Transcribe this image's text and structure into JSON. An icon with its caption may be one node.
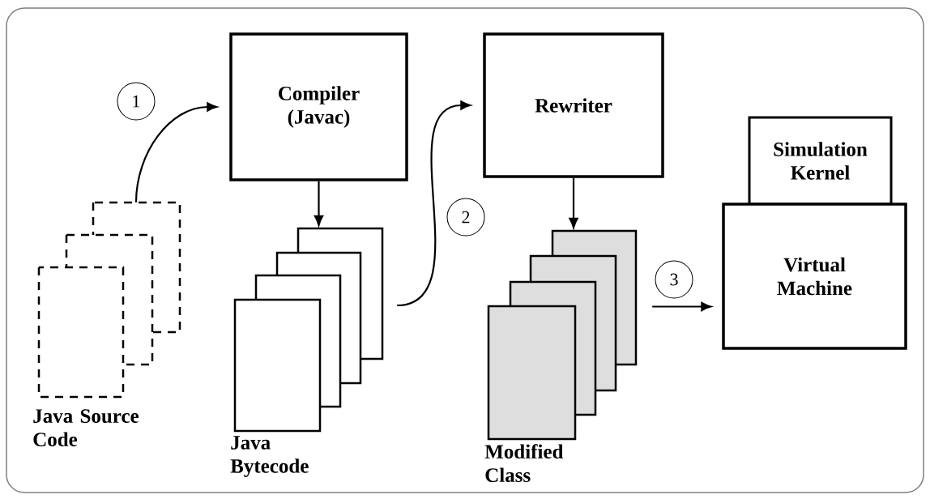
{
  "diagram": {
    "nodes": [
      {
        "text": [
          "Java Source Code"
        ]
      },
      {
        "text": [
          "Compiler (Javac)"
        ]
      },
      {
        "text": [
          "Java Bytecode"
        ]
      },
      {
        "text": [
          "Rewriter"
        ]
      },
      {
        "text": [
          "Modified Class"
        ]
      },
      {
        "text": [
          "Simulation Kernel"
        ]
      },
      {
        "text": [
          "Virtual Machine"
        ]
      }
    ],
    "edges": [
      {
        "from": 0,
        "to": 1,
        "arrow": "to",
        "label": "1"
      },
      {
        "from": 1,
        "to": 2,
        "arrow": "to"
      },
      {
        "from": 2,
        "to": 3,
        "arrow": "to",
        "label": "2"
      },
      {
        "from": 3,
        "to": 4,
        "arrow": "to"
      },
      {
        "from": 4,
        "to": 6,
        "arrow": "to",
        "label": "3"
      }
    ]
  }
}
